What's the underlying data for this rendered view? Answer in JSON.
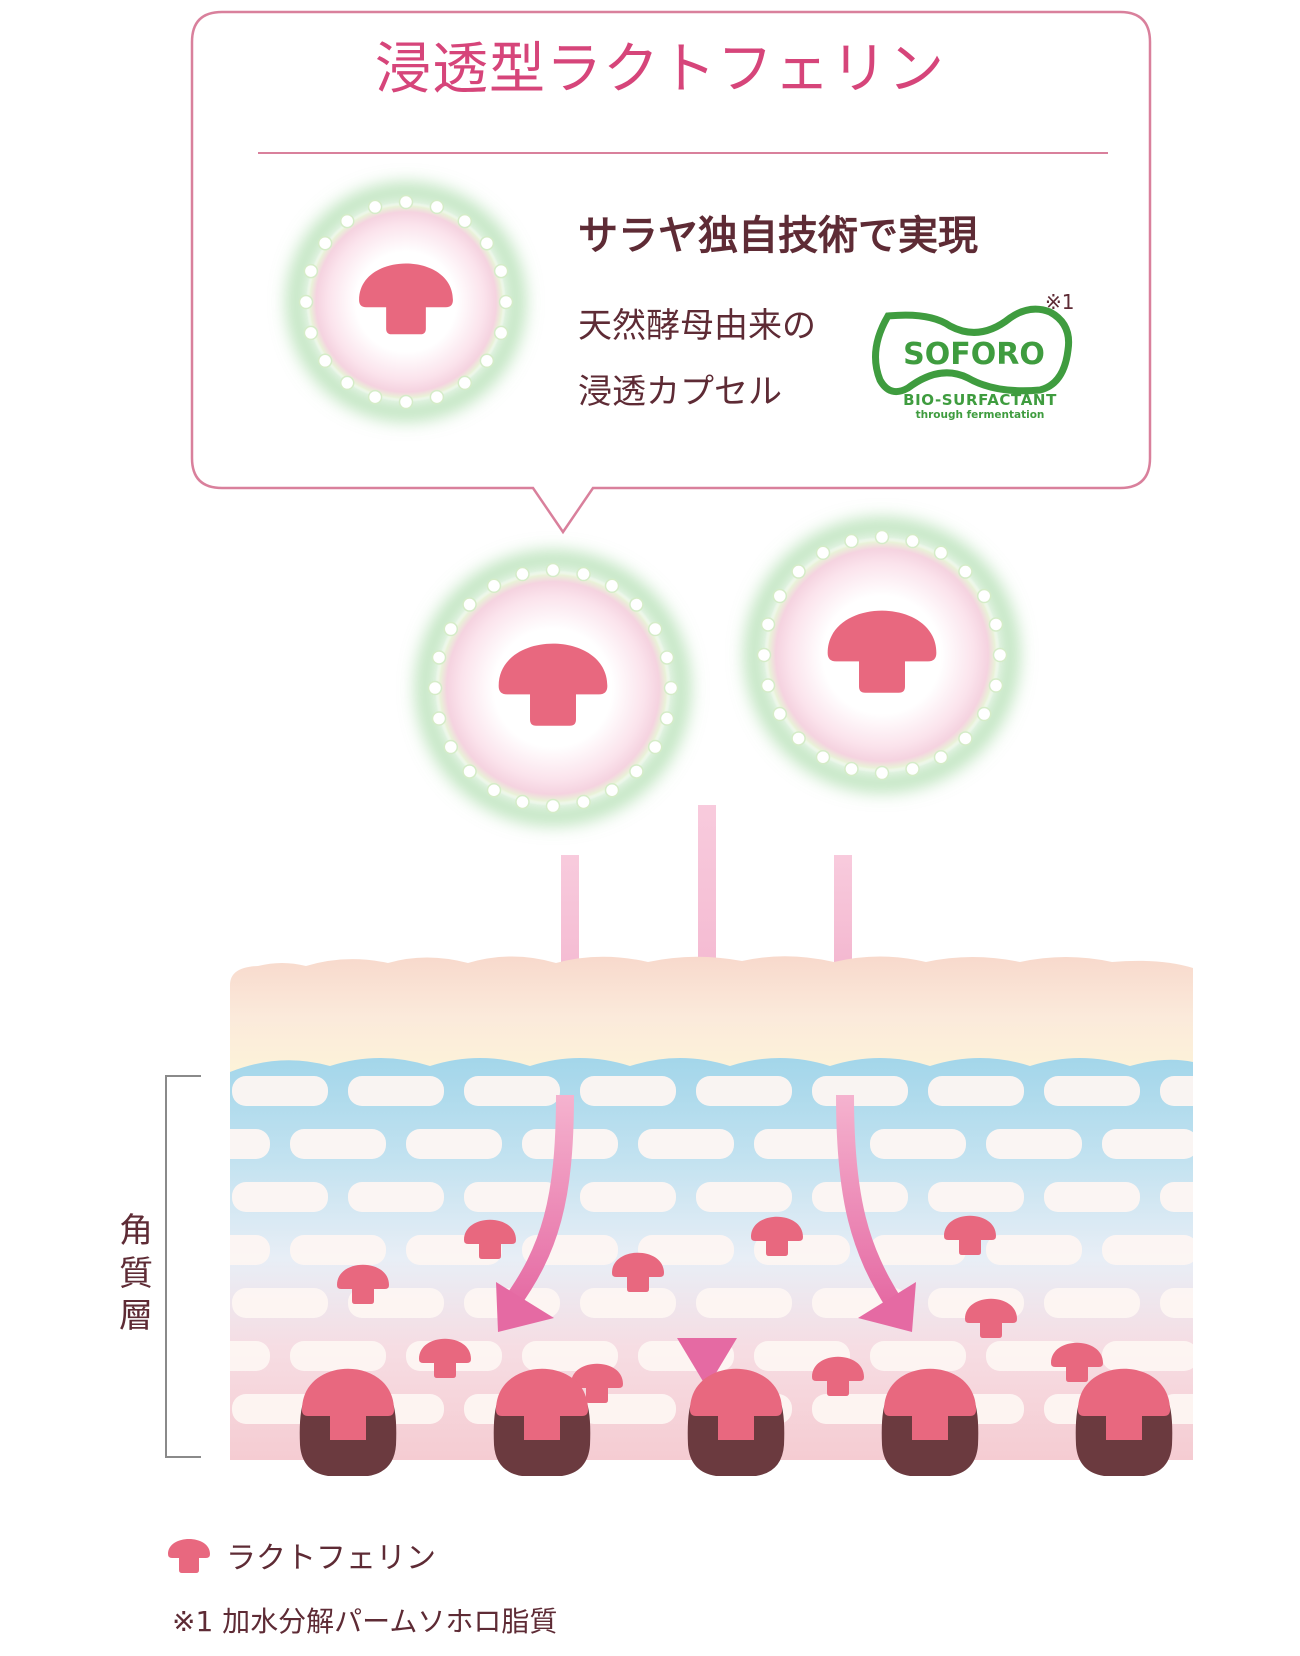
{
  "callout": {
    "title": "浸透型ラクトフェリン",
    "heading": "サラヤ独自技術で実現",
    "description_line1": "天然酵母由来の",
    "description_line2": "浸透カプセル",
    "note_mark": "※1"
  },
  "logo": {
    "name": "SOFORO",
    "subtitle": "BIO-SURFACTANT",
    "tagline": "through fermentation"
  },
  "skin": {
    "layer_label": "角質層"
  },
  "legend": {
    "icon": "lactoferrin-icon",
    "label": "ラクトフェリン"
  },
  "footnote": "※1  加水分解パームソホロ脂質",
  "colors": {
    "title": "#d6457a",
    "text": "#5e2b35",
    "lactoferrin": "#e8687f",
    "receptor": "#6b3a3f",
    "capsule_glow": "#8fd08f",
    "arrow": "#e879a8",
    "logo_green": "#3f9c3f"
  }
}
